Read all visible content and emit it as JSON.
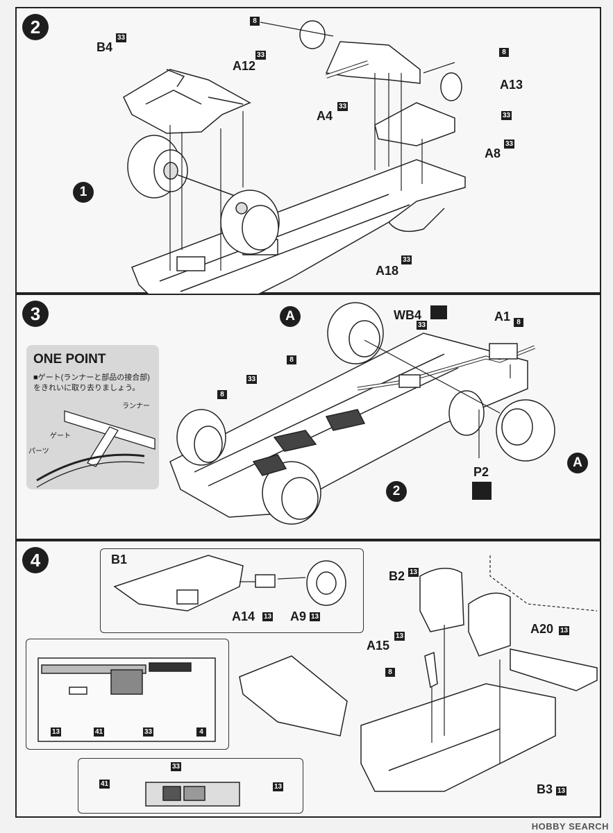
{
  "steps": {
    "s2": {
      "number": "2",
      "labels": {
        "b4": "B4",
        "a12": "A12",
        "a4": "A4",
        "a13": "A13",
        "a8": "A8",
        "a18": "A18",
        "t33_b4": "33",
        "t8_top": "8",
        "t33_a12": "33",
        "t33_a4": "33",
        "t8_a13": "8",
        "t33_a13": "33",
        "t33_a8": "33",
        "t33_a18": "33"
      },
      "circle_ref": "1"
    },
    "s3": {
      "number": "3",
      "labels": {
        "wb4": "WB4",
        "a1": "A1",
        "p2": "P2",
        "t33_wb4": "33",
        "t8_a1": "8",
        "t8_left": "8",
        "t33_mid": "33",
        "t8_mid": "8"
      },
      "circle_a_top": "A",
      "circle_a_right": "A",
      "circle_2": "2",
      "one_point": {
        "title": "ONE POINT",
        "text": "■ゲート(ランナーと部品の接合部)をきれいに取り去りましょう。",
        "runner": "ランナー",
        "gate": "ゲート",
        "parts": "パーツ"
      }
    },
    "s4": {
      "number": "4",
      "labels": {
        "b1": "B1",
        "a14": "A14",
        "a9": "A9",
        "b2": "B2",
        "a15": "A15",
        "a20": "A20",
        "b3": "B3",
        "t13_a14": "13",
        "t13_a9": "13",
        "t13_b2": "13",
        "t13_a15": "13",
        "t8_a15": "8",
        "t13_a20": "13",
        "t13_b3": "13"
      },
      "dash_tags": {
        "t13a": "13",
        "t41": "41",
        "t33": "33",
        "ref4": "4"
      },
      "console_tags": {
        "t41": "41",
        "t33": "33",
        "t13": "13"
      }
    }
  },
  "watermark": "HOBBY SEARCH"
}
